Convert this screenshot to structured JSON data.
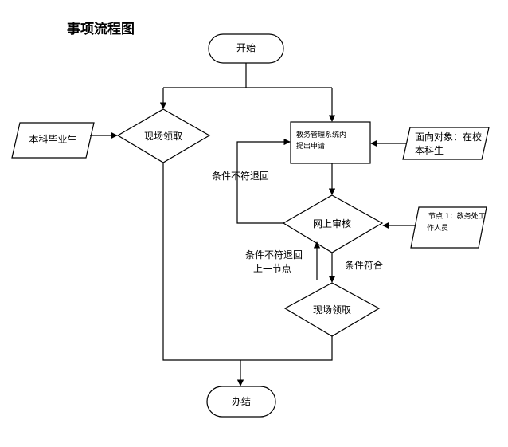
{
  "title": "事项流程图",
  "nodes": {
    "start": "开始",
    "applicant": "本科毕业生",
    "onsite_pickup_1": "现场领取",
    "submit_line1": "教务管理系统内",
    "submit_line2": "提出申请",
    "audience_line1": "面向对象：在校",
    "audience_line2": "本科生",
    "online_review": "网上审核",
    "node1_line1": "节点 1：教务处工",
    "node1_line2": "作人员",
    "onsite_pickup_2": "现场领取",
    "end": "办结"
  },
  "edge_labels": {
    "reject_back_1": "条件不符退回",
    "reject_prev_line1": "条件不符退回",
    "reject_prev_line2": "上一节点",
    "approved": "条件符合"
  }
}
